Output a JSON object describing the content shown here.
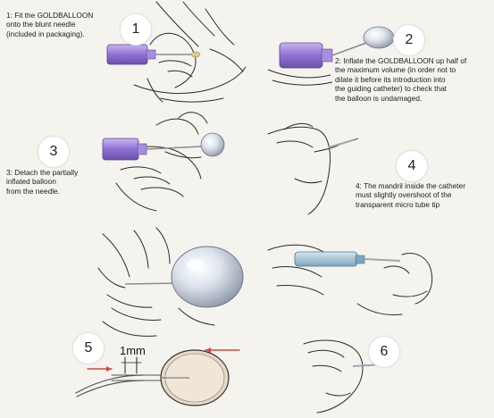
{
  "steps": [
    {
      "number": "1",
      "text": "1: Fit the GOLDBALLOON\nonto the blunt needle\n(included in packaging)."
    },
    {
      "number": "2",
      "text": "2: Inflate the GOLDBALLOON up half of\nthe maximum volume (in order not to\ndilate it before its introduction into\nthe guiding catheter) to check that\nthe balloon is undamaged."
    },
    {
      "number": "3",
      "text": "3: Detach the partially\ninflated balloon\nfrom the needle."
    },
    {
      "number": "4",
      "text": "4: The mandril inside the catheter\nmust slightly overshoot of the\ntransparent micro tube tip"
    },
    {
      "number": "5",
      "text": ""
    },
    {
      "number": "6",
      "text": ""
    }
  ],
  "dimension_label": "1mm",
  "colors": {
    "background": "#f4f3ee",
    "needle_hub": "#8f72d4",
    "catheter_hub": "#7fa6bd",
    "arrow_red": "#d04b3a"
  }
}
